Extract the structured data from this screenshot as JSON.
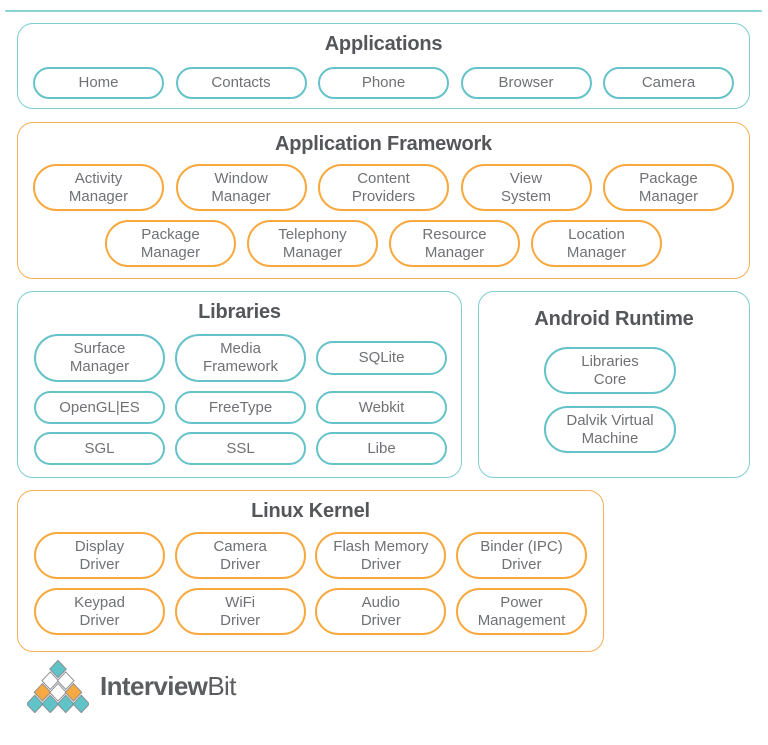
{
  "colors": {
    "teal_pill_border": "#64C2C8",
    "teal_box_border": "#7ECDD3",
    "orange_pill_border": "#F7A83E",
    "orange_box_border": "#F8AF55",
    "title_text": "#54565A",
    "pill_text": "#6F7175",
    "logo_text": "#5B5D60",
    "logo_teal": "#5FC3C7",
    "logo_orange": "#F6A942"
  },
  "sections": {
    "applications": {
      "title": "Applications",
      "pills": [
        "Home",
        "Contacts",
        "Phone",
        "Browser",
        "Camera"
      ]
    },
    "framework": {
      "title": "Application Framework",
      "row1": [
        "Activity\nManager",
        "Window\nManager",
        "Content\nProviders",
        "View\nSystem",
        "Package\nManager"
      ],
      "row2": [
        "Package\nManager",
        "Telephony\nManager",
        "Resource\nManager",
        "Location\nManager"
      ]
    },
    "libraries": {
      "title": "Libraries",
      "row1": [
        "Surface\nManager",
        "Media\nFramework",
        "SQLite"
      ],
      "row2": [
        "OpenGL|ES",
        "FreeType",
        "Webkit"
      ],
      "row3": [
        "SGL",
        "SSL",
        "Libe"
      ]
    },
    "runtime": {
      "title": "Android Runtime",
      "pills": [
        "Libraries\nCore",
        "Dalvik Virtual\nMachine"
      ]
    },
    "kernel": {
      "title": "Linux Kernel",
      "row1": [
        "Display\nDriver",
        "Camera\nDriver",
        "Flash Memory\nDriver",
        "Binder (IPC)\nDriver"
      ],
      "row2": [
        "Keypad\nDriver",
        "WiFi\nDriver",
        "Audio\nDriver",
        "Power\nManagement"
      ]
    }
  },
  "logo": {
    "brand_bold": "Interview",
    "brand_light": "Bit"
  }
}
